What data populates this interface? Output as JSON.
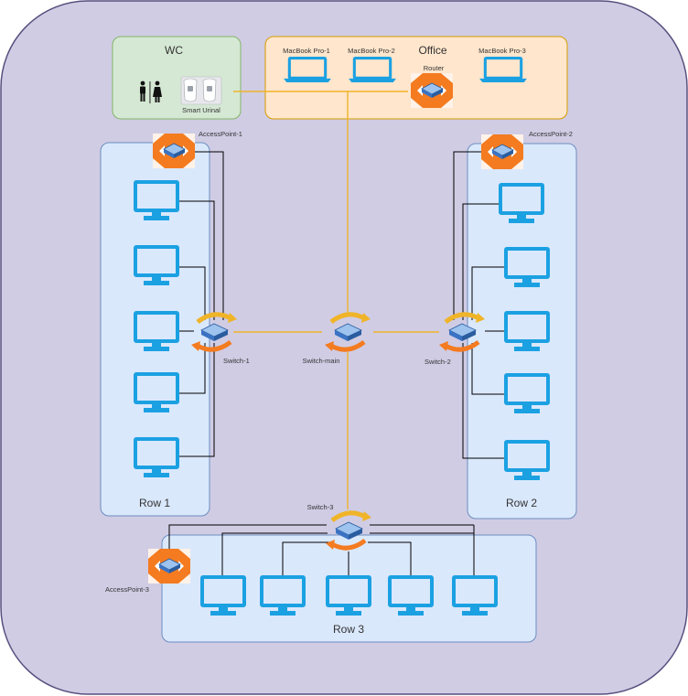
{
  "zones": {
    "wc": "WC",
    "office": "Office",
    "row1": "Row 1",
    "row2": "Row 2",
    "row3": "Row 3"
  },
  "devices": {
    "laptops": [
      "MacBook Pro-1",
      "MacBook Pro-2",
      "MacBook Pro-3"
    ],
    "router": "Router",
    "smart_urinal": "Smart Urinal",
    "access_points": [
      "AccessPoint-1",
      "AccessPoint-2",
      "AccessPoint-3"
    ],
    "switches": {
      "switch1": "Switch-1",
      "switch_main": "Switch-main",
      "switch2": "Switch-2",
      "switch3": "Switch-3"
    }
  },
  "colors": {
    "background_zone": "#d0cce4",
    "wc_fill": "#d5e8d4",
    "wc_stroke": "#82b366",
    "office_fill": "#ffe6cc",
    "office_stroke": "#d79b00",
    "row_fill": "#dae8fc",
    "row_stroke": "#6c8ebf",
    "monitor": "#1ba1e2",
    "laptop": "#1ba1e2",
    "ap_orange": "#f47b20",
    "trunk_link": "#f0b429",
    "access_link": "#000000"
  },
  "icons": {
    "monitor": "monitor-icon",
    "laptop": "laptop-icon",
    "router": "router-icon",
    "switch": "switch-icon",
    "access_point": "access-point-icon",
    "restroom": "restroom-icon",
    "smart_urinal": "urinal-icon"
  }
}
